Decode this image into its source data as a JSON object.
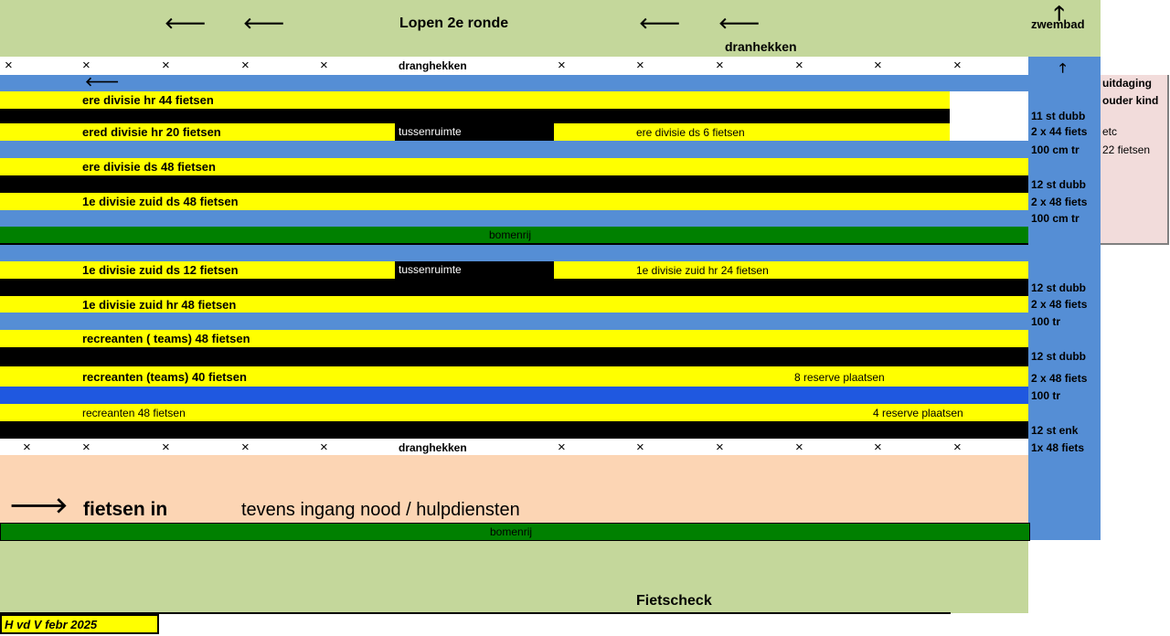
{
  "colors": {
    "green_light": "#c4d79b",
    "blue": "#558ed5",
    "yellow": "#ffff00",
    "black": "#000000",
    "dark_green": "#008000",
    "peach": "#fcd5b4",
    "pink": "#f2dcdb",
    "white": "#ffffff"
  },
  "top": {
    "title": "Lopen 2e ronde",
    "dranhekken": "dranhekken",
    "zwembad": "zwembad",
    "arrows": [
      "left-arrow",
      "left-arrow",
      "left-arrow",
      "left-arrow",
      "up-arrow"
    ]
  },
  "fence": {
    "label": "dranghekken",
    "mark": "×"
  },
  "rows": {
    "r1": "ere divisie hr 44 fietsen",
    "r2": "ered divisie hr 20 fietsen",
    "r2_gap": "tussenruimte",
    "r2_right": "ere divisie ds 6 fietsen",
    "r3": "ere divisie ds 48 fietsen",
    "r4": "1e divisie zuid ds 48 fietsen",
    "bomenrij": "bomenrij",
    "r5": "1e divisie zuid ds 12 fietsen",
    "r5_gap": "tussenruimte",
    "r5_right": "1e divisie zuid hr 24  fietsen",
    "r6": "1e divisie zuid hr 48 fietsen",
    "r7": "recreanten ( teams) 48 fietsen",
    "r8": "recreanten (teams) 40 fietsen",
    "r8_right": "8 reserve plaatsen",
    "r9": "recreanten 48 fietsen",
    "r9_right": "4 reserve plaatsen"
  },
  "side": {
    "g1": [
      "11 st dubb",
      "2 x 44 fiets",
      "100 cm tr"
    ],
    "g2": [
      "12 st dubb",
      "2 x 48 fiets",
      "100 cm tr"
    ],
    "g3": [
      "12 st dubb",
      "2 x 48 fiets",
      "100 tr"
    ],
    "g4": [
      "12 st dubb",
      "2 x 48 fiets",
      "100  tr"
    ],
    "g5": [
      "12 st enk",
      "1x 48 fiets"
    ]
  },
  "challenge": {
    "line1": "uitdaging",
    "line2": "ouder kind",
    "line3": "etc",
    "line4": "22 fietsen"
  },
  "entrance": {
    "label": "fietsen in",
    "note": "tevens ingang nood / hulpdiensten"
  },
  "bottom": {
    "fietscheck": "Fietscheck",
    "author": "H vd V febr 2025"
  }
}
